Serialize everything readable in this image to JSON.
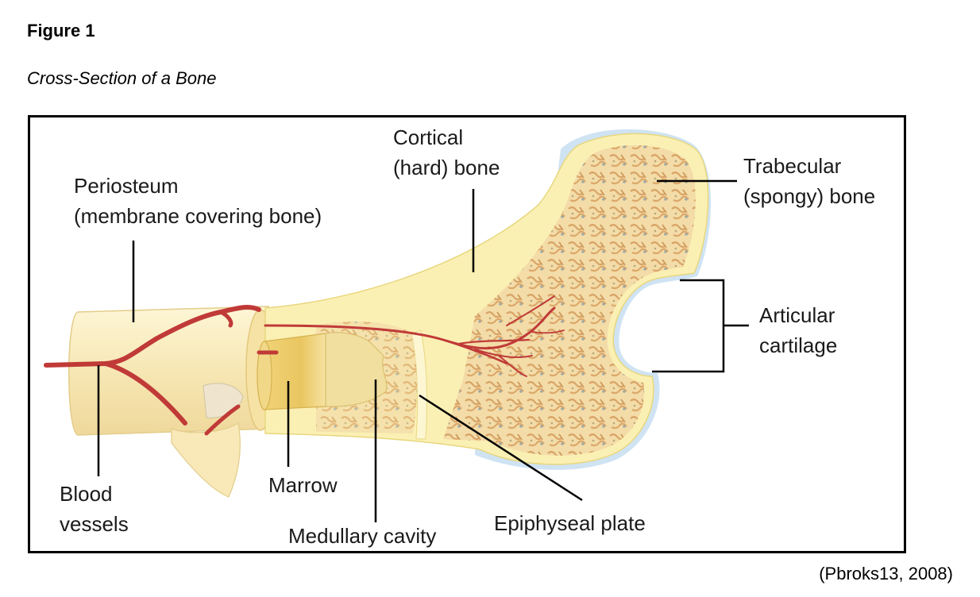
{
  "figure": {
    "label": "Figure 1",
    "title": "Cross-Section of a Bone",
    "credit": "(Pbroks13, 2008)"
  },
  "labels": {
    "cortical": [
      "Cortical",
      "(hard) bone"
    ],
    "trabecular": [
      "Trabecular",
      "(spongy) bone"
    ],
    "periosteum": [
      "Periosteum",
      "(membrane covering bone)"
    ],
    "articular": [
      "Articular",
      "cartilage"
    ],
    "blood_vessels": [
      "Blood",
      "vessels"
    ],
    "marrow": "Marrow",
    "medullary": "Medullary cavity",
    "epiphyseal": "Epiphyseal plate"
  },
  "colors": {
    "cortical": "#fbf0b4",
    "cortical_edge": "#e8d77e",
    "trabecular": "#e8b873",
    "trabecular_fill": "#f2d9a3",
    "cartilage": "#cfe3f3",
    "marrow": "#e8c866",
    "vessel": "#c03a38",
    "periosteum": "#faebc8"
  }
}
